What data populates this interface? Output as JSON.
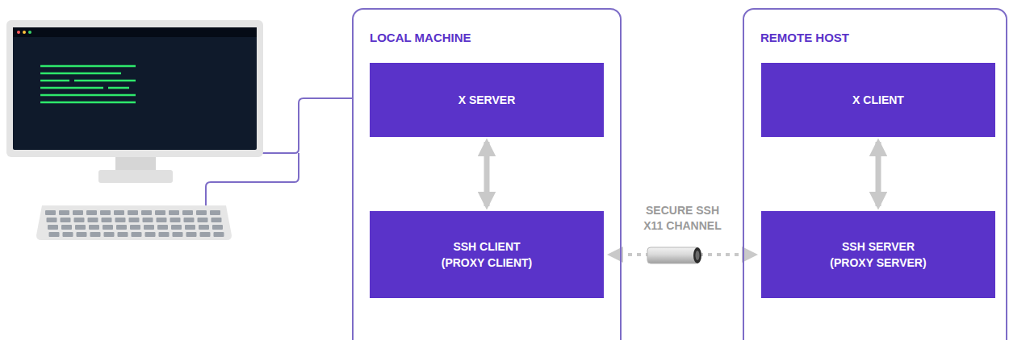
{
  "diagram": {
    "nodes": [
      {
        "text": [
          "LOCAL MACHINE"
        ]
      },
      {
        "text": [
          "X SERVER"
        ],
        "in": 0
      },
      {
        "text": [
          "SSH CLIENT (PROXY CLIENT)"
        ],
        "in": 0
      },
      {
        "text": [
          "REMOTE HOST"
        ]
      },
      {
        "text": [
          "X CLIENT"
        ],
        "in": 3
      },
      {
        "text": [
          "SSH SERVER (PROXY SERVER)"
        ],
        "in": 3
      }
    ],
    "edges": [
      {
        "from": 1,
        "to": 2,
        "arrow": "both"
      },
      {
        "from": 4,
        "to": 5,
        "arrow": "both"
      },
      {
        "from": 2,
        "to": 5,
        "arrow": "both",
        "label": "SECURE SSH X11 CHANNEL"
      }
    ]
  }
}
